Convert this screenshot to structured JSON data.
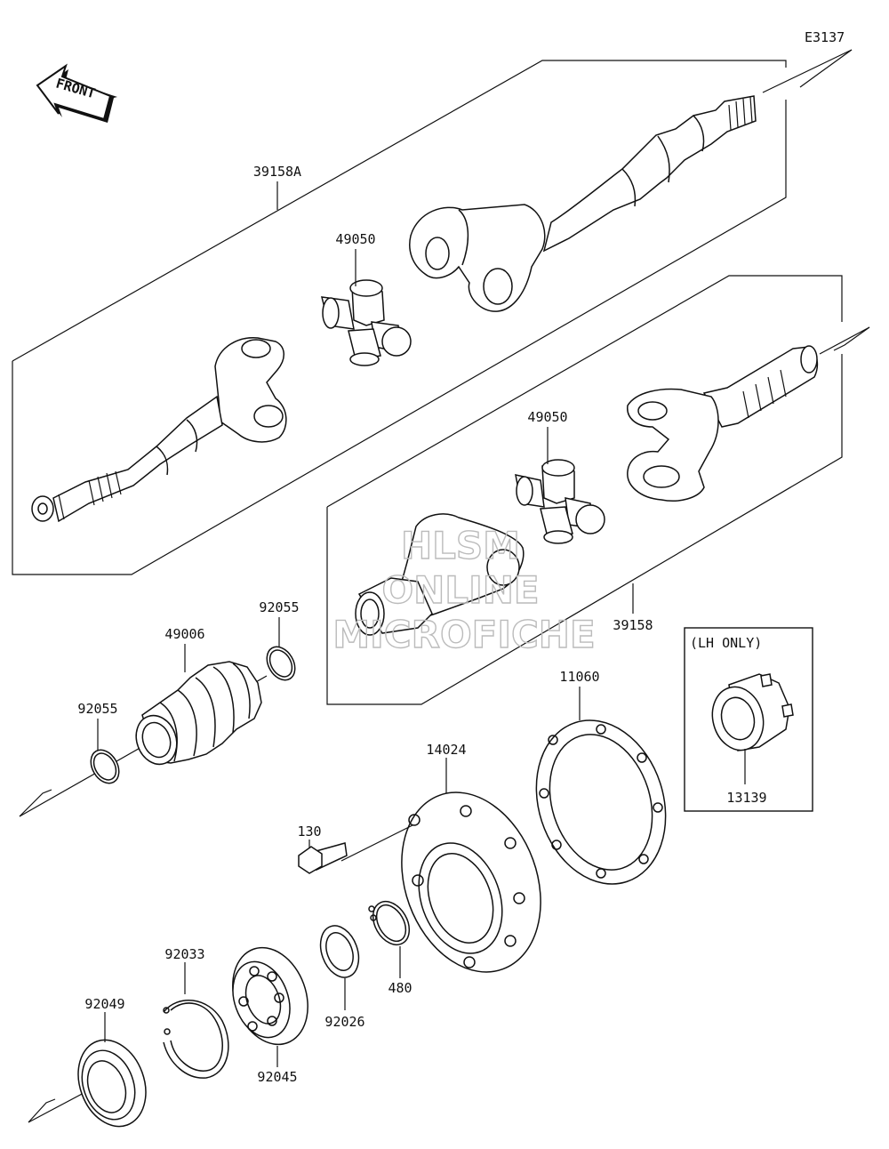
{
  "diagram": {
    "code": "E3137",
    "front_label": "FRONT",
    "lh_only_label": "(LH ONLY)",
    "watermark": [
      "HLSM",
      "ONLINE",
      "MICROFICHE"
    ],
    "parts": {
      "p39158A": "39158A",
      "p49050_upper": "49050",
      "p49050_lower": "49050",
      "p39158": "39158",
      "p92055_right": "92055",
      "p49006": "49006",
      "p92055_left": "92055",
      "p11060": "11060",
      "p13139": "13139",
      "p14024": "14024",
      "p130": "130",
      "p480": "480",
      "p92026": "92026",
      "p92033": "92033",
      "p92045": "92045",
      "p92049": "92049"
    }
  }
}
